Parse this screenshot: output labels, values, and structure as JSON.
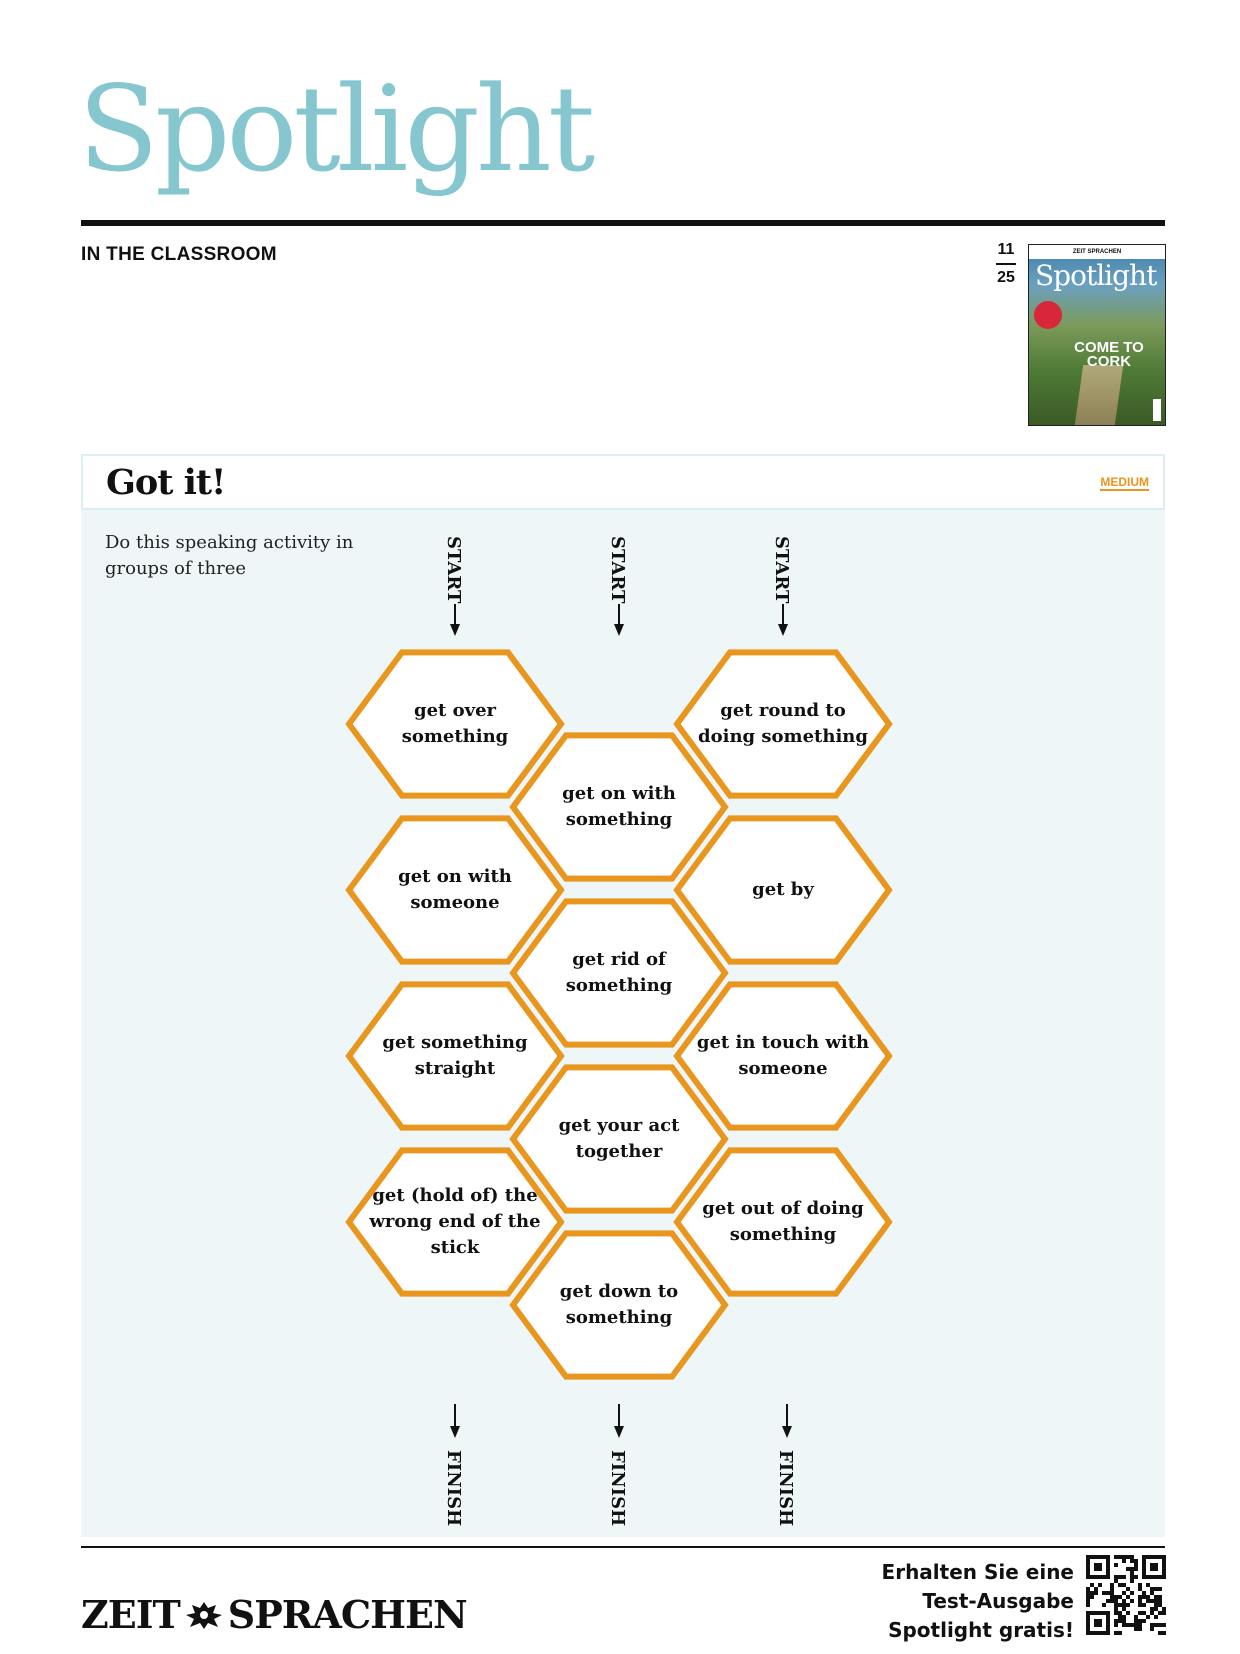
{
  "header": {
    "brand": "Spotlight",
    "section_label": "IN THE CLASSROOM",
    "issue_month": "11",
    "issue_year": "25",
    "cover": {
      "masthead": "ZEIT SPRACHEN",
      "title": "Spotlight",
      "headline": "COME TO CORK"
    }
  },
  "activity": {
    "title": "Got it!",
    "level": "MEDIUM",
    "instructions": "Do this speaking activity in groups of three",
    "start_label": "START",
    "finish_label": "FINISH",
    "hex_color": "#e8961e",
    "columns": [
      [
        "get over something",
        "get on with someone",
        "get something straight",
        "get (hold of) the wrong end of the stick"
      ],
      [
        "get on with something",
        "get rid of something",
        "get your act together",
        "get down to something"
      ],
      [
        "get round to doing something",
        "get by",
        "get in touch with someone",
        "get out of doing something"
      ]
    ]
  },
  "footer": {
    "publisher_left": "ZEIT",
    "publisher_right": "SPRACHEN",
    "promo_line1": "Erhalten Sie eine",
    "promo_line2": "Test-Ausgabe",
    "promo_line3": "Spotlight gratis!"
  }
}
